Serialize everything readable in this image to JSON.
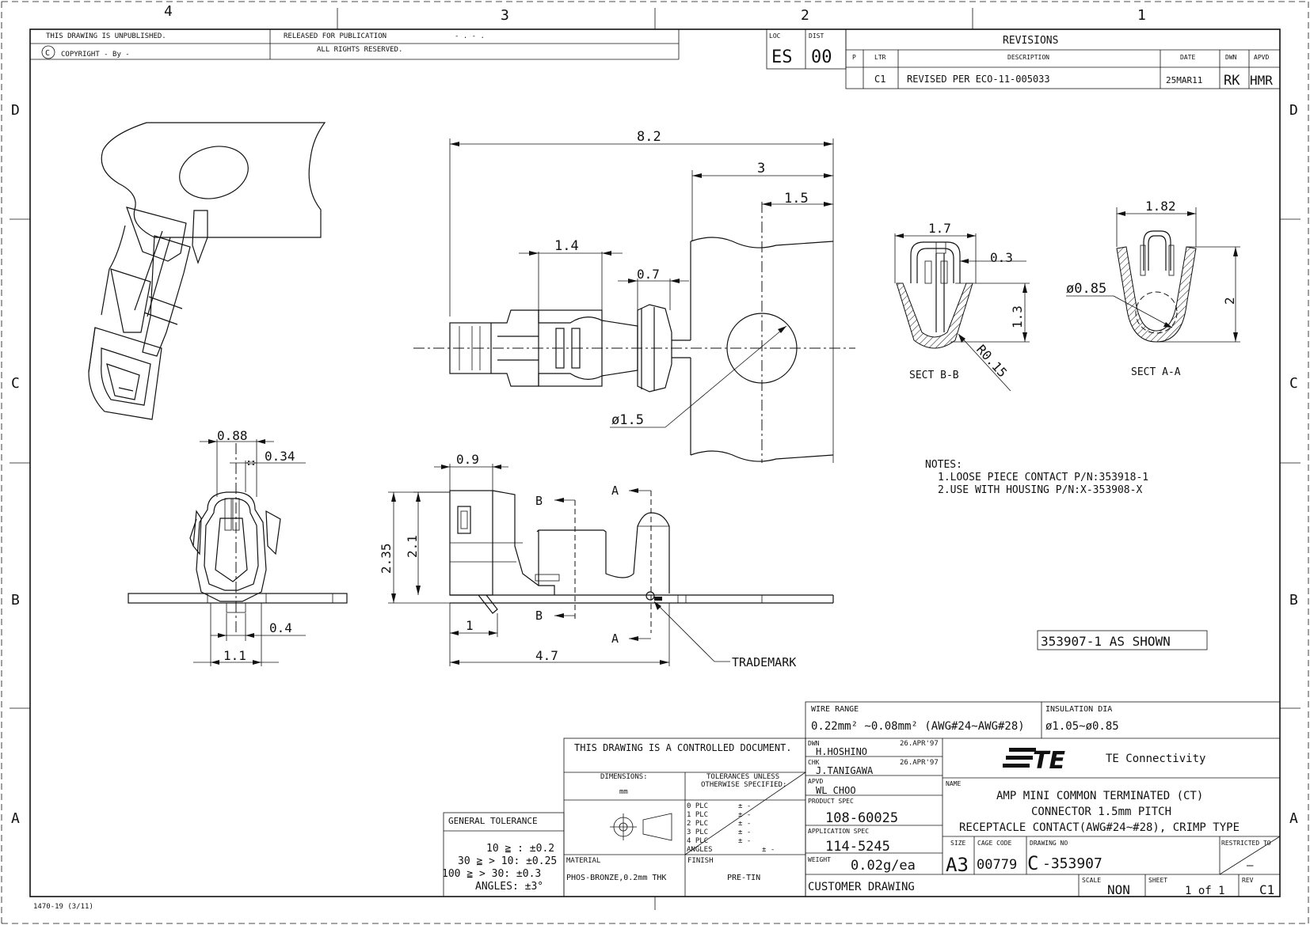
{
  "zones": {
    "columns": [
      "4",
      "3",
      "2",
      "1"
    ],
    "rows": [
      "D",
      "C",
      "B",
      "A"
    ]
  },
  "header": {
    "unpublished": "THIS DRAWING IS UNPUBLISHED.",
    "released": "RELEASED FOR PUBLICATION",
    "released_date": "- . -    .",
    "copyright": "COPYRIGHT  -     By  -",
    "rights": "ALL RIGHTS RESERVED.",
    "copyright_symbol": "C"
  },
  "loc_dist": {
    "loc_label": "LOC",
    "loc_value": "ES",
    "dist_label": "DIST",
    "dist_value": "00"
  },
  "revisions": {
    "title": "REVISIONS",
    "headers": [
      "P",
      "LTR",
      "DESCRIPTION",
      "DATE",
      "DWN",
      "APVD"
    ],
    "row": {
      "p": "",
      "ltr": "C1",
      "description": "REVISED PER ECO-11-005033",
      "date": "25MAR11",
      "dwn": "RK",
      "apvd": "HMR"
    }
  },
  "dimensions": {
    "top_view": {
      "overall": "8.2",
      "d3": "3",
      "d15": "1.5",
      "d14": "1.4",
      "d07": "0.7",
      "dia15": "ø1.5"
    },
    "front_view": {
      "d088": "0.88",
      "d034": "0.34",
      "d04": "0.4",
      "d11": "1.1"
    },
    "side_view": {
      "d09": "0.9",
      "d235": "2.35",
      "d21": "2.1",
      "d1": "1",
      "d47": "4.7",
      "label_b": "B",
      "label_a": "A",
      "trademark": "TRADEMARK"
    },
    "sect_bb": {
      "d17": "1.7",
      "d03": "0.3",
      "d13": "1.3",
      "r015": "R0.15",
      "label": "SECT  B-B"
    },
    "sect_aa": {
      "d182": "1.82",
      "dia085": "ø0.85",
      "d2": "2",
      "label": "SECT  A-A"
    }
  },
  "notes": {
    "title": "NOTES:",
    "items": [
      "1.LOOSE PIECE CONTACT P/N:353918-1",
      "2.USE WITH HOUSING P/N:X-353908-X"
    ]
  },
  "as_shown": "353907-1 AS SHOWN",
  "general_tolerance": {
    "title": "GENERAL  TOLERANCE",
    "rows": [
      "10 ≧  :  ±0.2",
      "30 ≧ >  10: ±0.25",
      "100  ≧ >  30: ±0.3",
      "ANGLES: ±3°"
    ]
  },
  "title_block": {
    "controlled": "THIS DRAWING IS A CONTROLLED DOCUMENT.",
    "dimensions_label": "DIMENSIONS:",
    "dimensions_unit": "mm",
    "tolerances_label_1": "TOLERANCES UNLESS",
    "tolerances_label_2": "OTHERWISE SPECIFIED:",
    "plc_rows": [
      "0  PLC",
      "1  PLC",
      "2  PLC",
      "3  PLC",
      "4  PLC"
    ],
    "plc_pm": "± -",
    "angles": "ANGLES",
    "angles_pm": "± -",
    "material_label": "MATERIAL",
    "material_value": "PHOS-BRONZE,0.2mm THK",
    "finish_label": "FINISH",
    "finish_value": "PRE-TIN",
    "wire_range_label": "WIRE RANGE",
    "wire_range_value": "0.22mm² ~0.08mm² (AWG#24~AWG#28)",
    "insulation_label": "INSULATION DIA",
    "insulation_value": "ø1.05~ø0.85",
    "dwn_label": "DWN",
    "dwn_name": "H.HOSHINO",
    "dwn_date": "26.APR'97",
    "chk_label": "CHK",
    "chk_name": "J.TANIGAWA",
    "chk_date": "26.APR'97",
    "apvd_label": "APVD",
    "apvd_name": "WL  CHOO",
    "product_spec_label": "PRODUCT SPEC",
    "product_spec": "108-60025",
    "application_spec_label": "APPLICATION SPEC",
    "application_spec": "114-5245",
    "weight_label": "WEIGHT",
    "weight": "0.02g/ea",
    "customer_drawing": "CUSTOMER DRAWING",
    "company": "TE  Connectivity",
    "logo_text": "TE",
    "name_label": "NAME",
    "name_lines": [
      "AMP  MINI  COMMON  TERMINATED  (CT)",
      "CONNECTOR  1.5mm  PITCH",
      "RECEPTACLE  CONTACT(AWG#24~#28),  CRIMP  TYPE"
    ],
    "size_label": "SIZE",
    "size": "A3",
    "cage_label": "CAGE CODE",
    "cage": "00779",
    "drawing_no_label": "DRAWING NO",
    "drawing_no_prefix": "C",
    "drawing_no": "-353907",
    "restricted_label": "RESTRICTED TO",
    "restricted": "—",
    "scale_label": "SCALE",
    "scale": "NON",
    "sheet_label": "SHEET",
    "sheet": "1  of  1",
    "rev_label": "REV",
    "rev": "C1"
  },
  "form_no": "1470-19   (3/11)"
}
